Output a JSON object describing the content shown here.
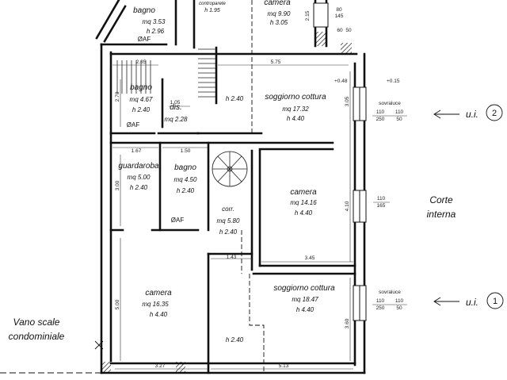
{
  "rooms": [
    {
      "id": "bagno-top",
      "name": "bagno",
      "area": "mq 3.53",
      "height": "h 2.96",
      "extra": "ØAF"
    },
    {
      "id": "controparete",
      "name": "",
      "area": "controparete",
      "height": "h 1.95",
      "extra": ""
    },
    {
      "id": "camera-top",
      "name": "camera",
      "area": "mq 9.90",
      "height": "h 3.05",
      "extra": ""
    },
    {
      "id": "bagno-mid",
      "name": "bagno",
      "area": "mq 4.67",
      "height": "h 2.40",
      "extra": "ØAF"
    },
    {
      "id": "dis",
      "name": "dis.",
      "area": "mq 2.28",
      "height": "",
      "extra": ""
    },
    {
      "id": "soggiorno-2",
      "name": "soggiorno cottura",
      "area": "mq 17.32",
      "height": "h 4.40",
      "extra": ""
    },
    {
      "id": "guardaroba",
      "name": "guardaroba",
      "area": "mq 5.00",
      "height": "h 2.40",
      "extra": ""
    },
    {
      "id": "bagno-low",
      "name": "bagno",
      "area": "mq 4.50",
      "height": "h 2.40",
      "extra": "ØAF"
    },
    {
      "id": "camera-mid",
      "name": "camera",
      "area": "mq 14.16",
      "height": "h 4.40",
      "extra": ""
    },
    {
      "id": "corr",
      "name": "corr.",
      "area": "mq 5.80",
      "height": "h 2.40",
      "extra": ""
    },
    {
      "id": "camera-low",
      "name": "camera",
      "area": "mq 16.35",
      "height": "h 4.40",
      "extra": ""
    },
    {
      "id": "soggiorno-1",
      "name": "soggiorno cottura",
      "area": "mq 18.47",
      "height": "h 4.40",
      "extra": ""
    }
  ],
  "free_heights": [
    "h 2.40",
    "h 2.40"
  ],
  "dimensions": {
    "d_2_85": "2.85",
    "d_5_75": "5.75",
    "d_1_05": "1.05",
    "d_2_70": "2.70",
    "d_3_05": "3.05",
    "d_1_67": "1.67",
    "d_1_50": "1.50",
    "d_3_00": "3.00",
    "d_4_10": "4.10",
    "d_1_43": "1.43",
    "d_3_45": "3.45",
    "d_5_00": "5.00",
    "d_3_60": "3.60",
    "d_3_27": "3.27",
    "d_5_13": "5.13",
    "d_2_15": "2.15",
    "d_80": "80",
    "d_145": "145",
    "d_60": "60",
    "d_50": "50"
  },
  "window_notes": [
    {
      "id": "w1",
      "top": "sovraluce",
      "a": "110",
      "b": "110",
      "c": "250",
      "d": "50"
    },
    {
      "id": "w2",
      "top": "",
      "a": "110",
      "b": "",
      "c": "165",
      "d": ""
    },
    {
      "id": "w3",
      "top": "sovraluce",
      "a": "110",
      "b": "110",
      "c": "250",
      "d": "50"
    }
  ],
  "level_marks": [
    "+0.48",
    "+0.15"
  ],
  "units": [
    {
      "label": "u.i.",
      "number": "2"
    },
    {
      "label": "u.i.",
      "number": "1"
    }
  ],
  "corte_title": "Corte",
  "corte_sub": "interna",
  "vano_title": "Vano scale",
  "vano_sub": "condominiale"
}
